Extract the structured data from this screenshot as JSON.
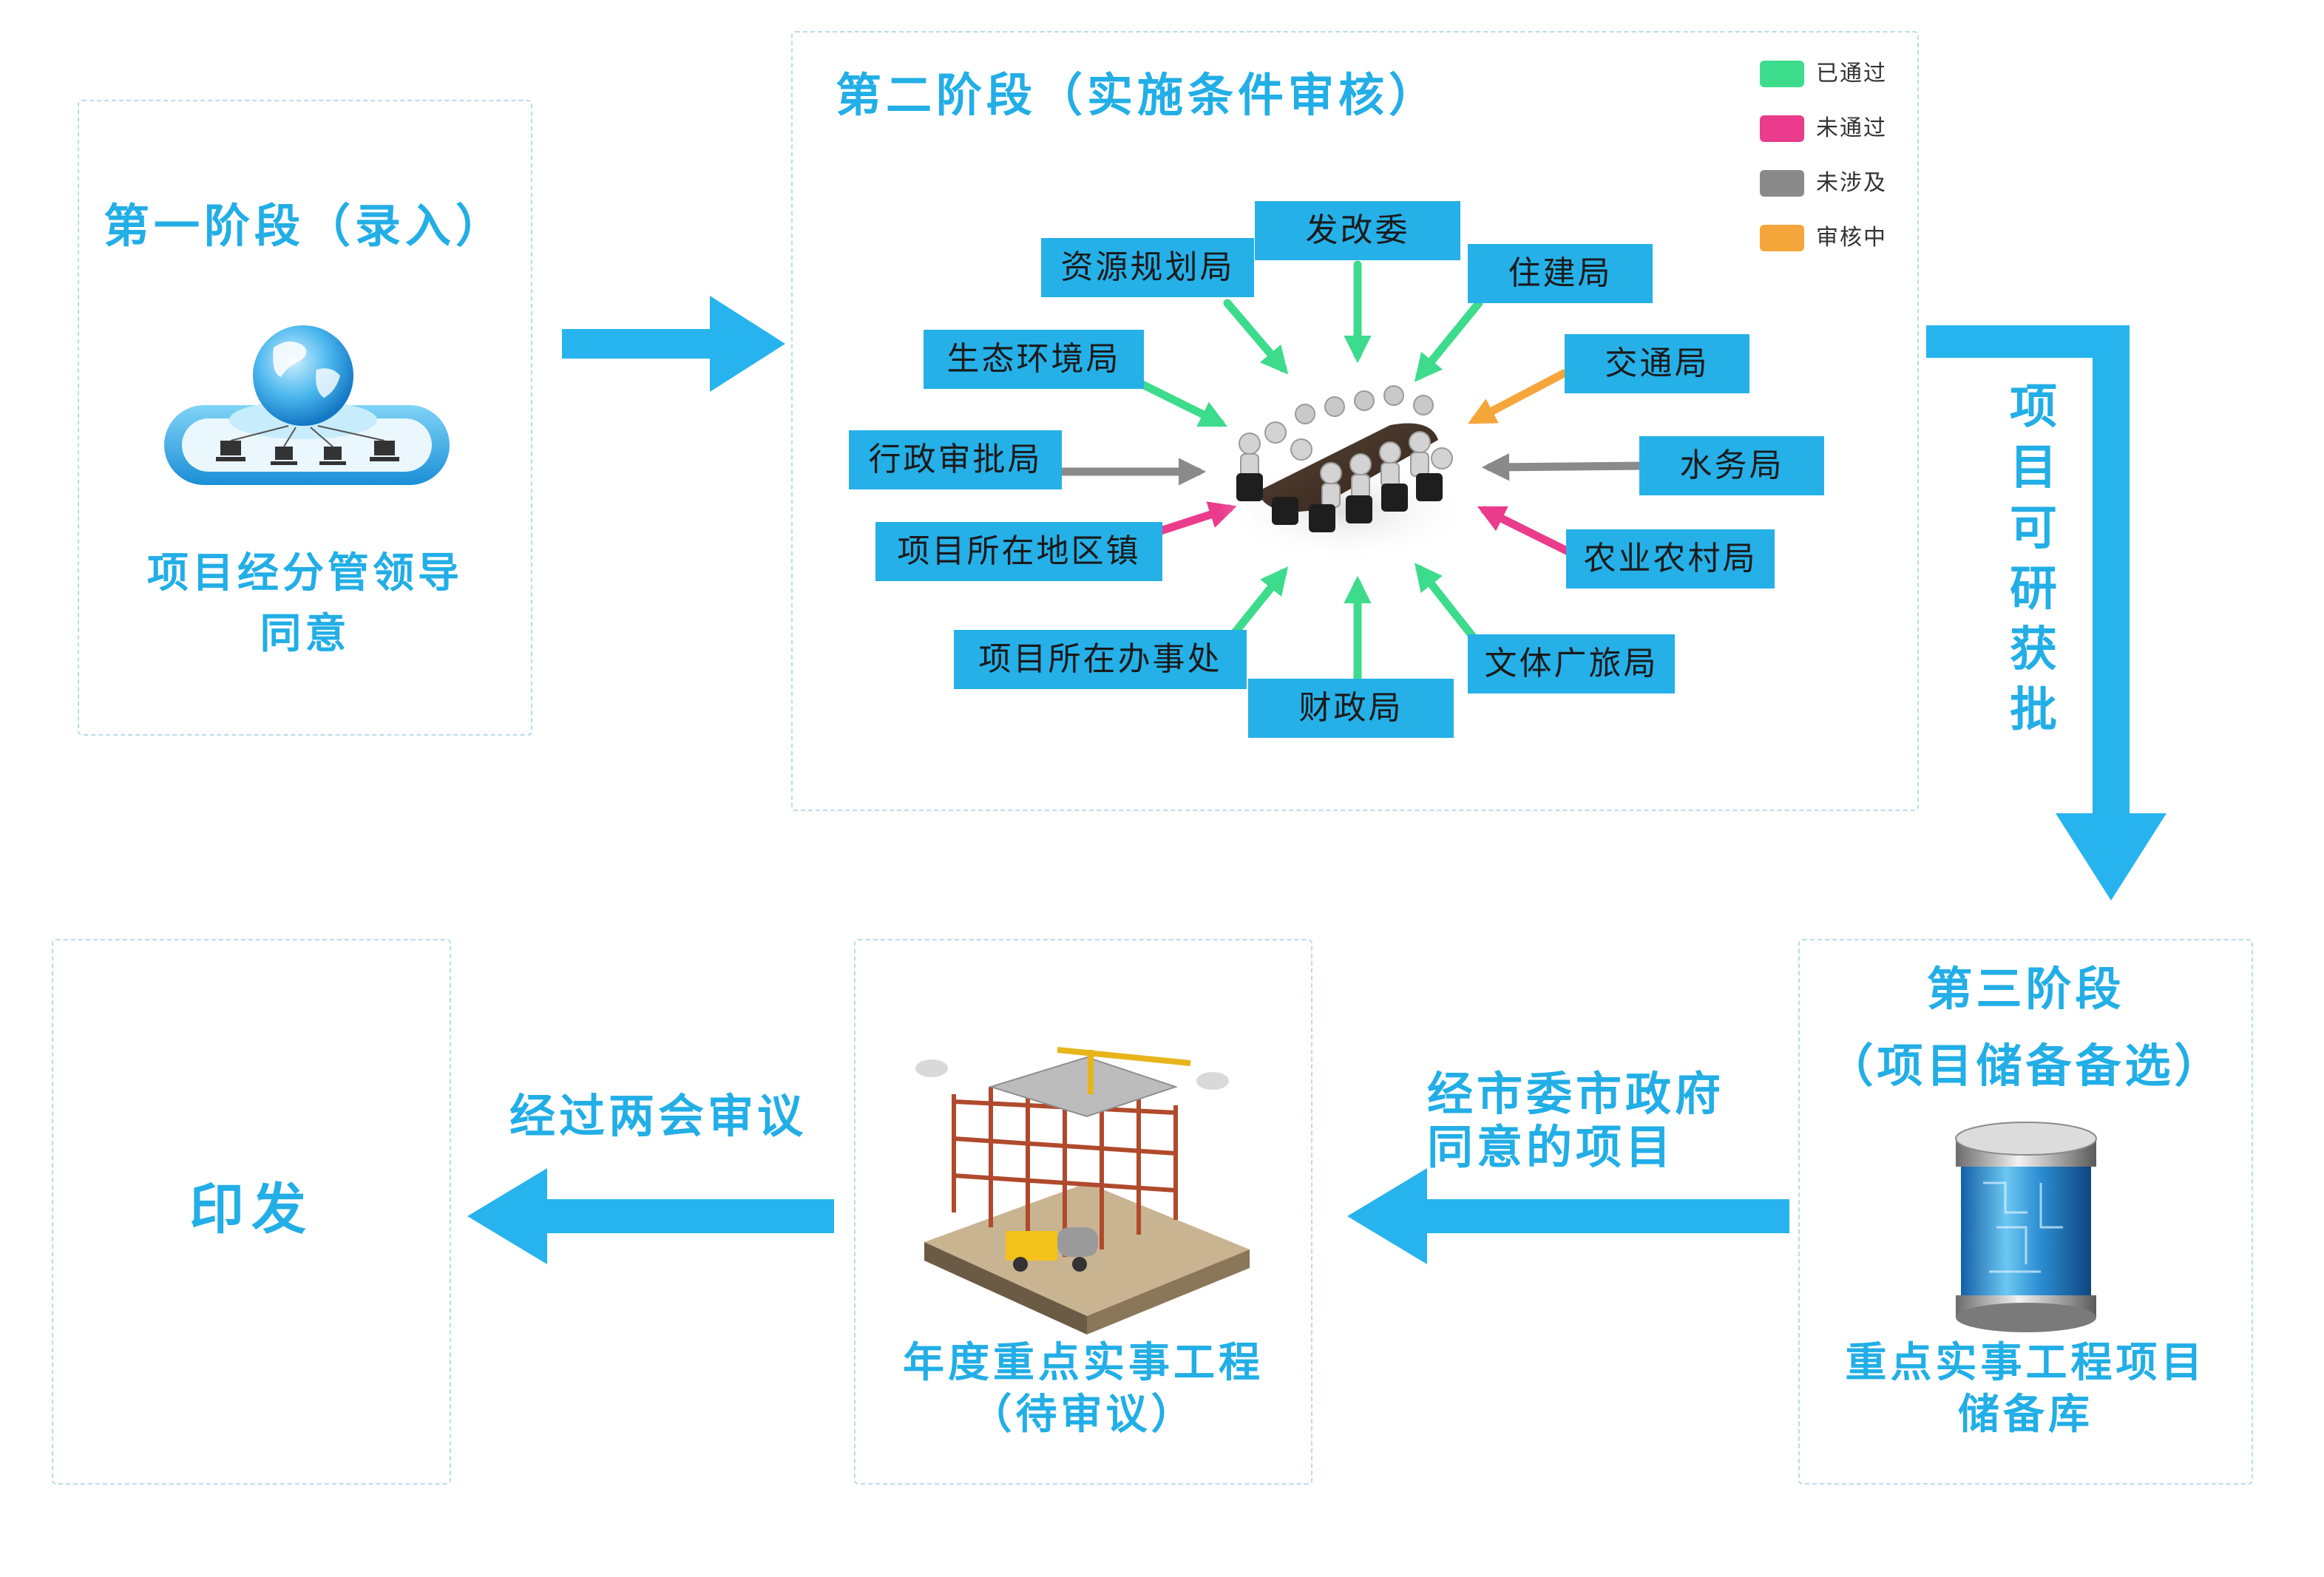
{
  "colors": {
    "accent": "#22aee6",
    "passed": "#3ddc8c",
    "failed": "#ea3b8c",
    "not_involved": "#8a8a8a",
    "reviewing": "#f5a63a"
  },
  "stage1": {
    "title": "第一阶段（录入）",
    "caption_line1": "项目经分管领导",
    "caption_line2": "同意",
    "icon": "globe-network-icon"
  },
  "stage2": {
    "title": "第二阶段（实施条件审核）",
    "legend": [
      {
        "label": "已通过",
        "color": "#3ddc8c"
      },
      {
        "label": "未通过",
        "color": "#ea3b8c"
      },
      {
        "label": "未涉及",
        "color": "#8a8a8a"
      },
      {
        "label": "审核中",
        "color": "#f5a63a"
      }
    ],
    "departments": {
      "fgw": "发改委",
      "zygh": "资源规划局",
      "zjj": "住建局",
      "sthj": "生态环境局",
      "jtj": "交通局",
      "xzsp": "行政审批局",
      "swj": "水务局",
      "xmszdqz": "项目所在地区镇",
      "nync": "农业农村局",
      "xmszbsc": "项目所在办事处",
      "wtgl": "文体广旅局",
      "czj": "财政局"
    },
    "icon": "meeting-table-icon"
  },
  "flow": {
    "feasibility_text": "项目可研获批",
    "approved_text_line1": "经市委市政府",
    "approved_text_line2": "同意的项目",
    "two_sessions_text": "经过两会审议"
  },
  "stage3": {
    "title_line1": "第三阶段",
    "title_line2": "（项目储备备选）",
    "caption_line1": "重点实事工程项目",
    "caption_line2": "储备库",
    "icon": "database-icon"
  },
  "annual": {
    "caption_line1": "年度重点实事工程",
    "caption_line2": "（待审议）",
    "icon": "construction-site-icon"
  },
  "final": {
    "label": "印发"
  }
}
